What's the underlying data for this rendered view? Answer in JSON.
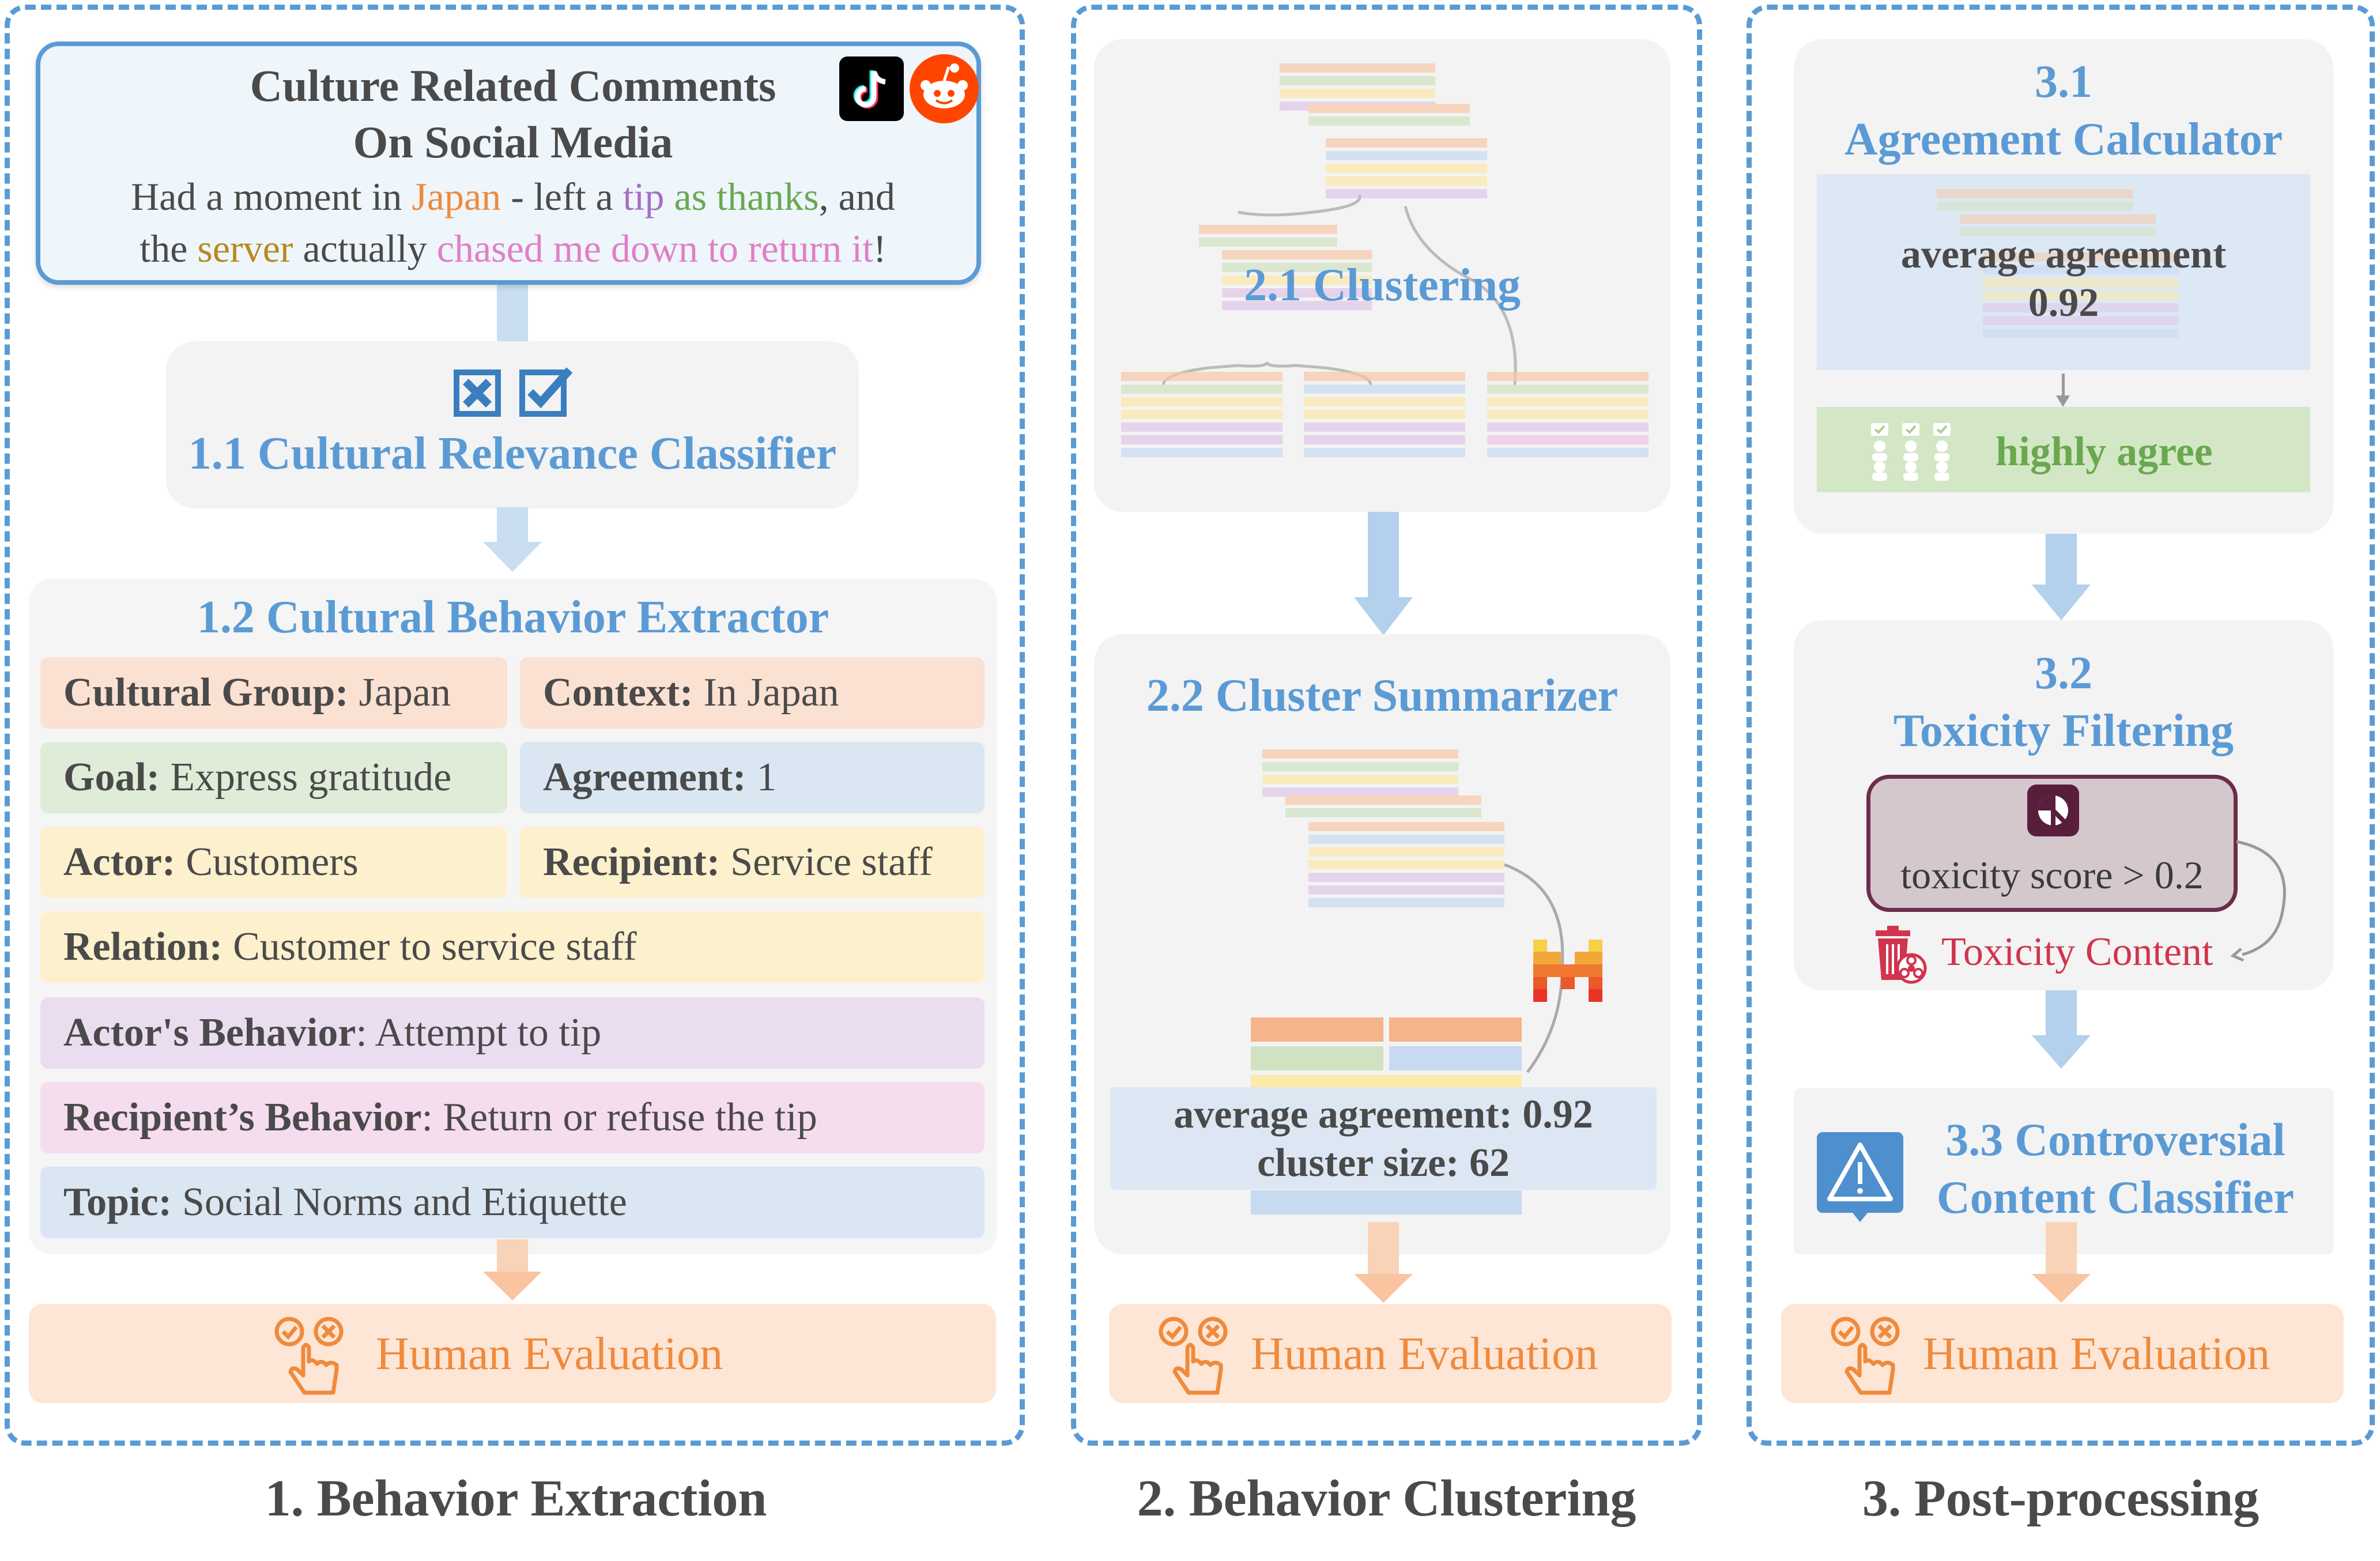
{
  "panels": {
    "p1": {
      "caption": "1. Behavior Extraction",
      "comment": {
        "title_line1": "Culture Related Comments",
        "title_line2": "On Social Media",
        "l1a": "Had a moment in ",
        "l1b": "Japan",
        "l1c": " - left a ",
        "l1d": "tip",
        "l1e": " as thanks",
        "l1f": ", and",
        "l2a": "the ",
        "l2b": "server",
        "l2c": " actually ",
        "l2d": "chased me down to return it",
        "l2e": "!"
      },
      "classifier_title": "1.1 Cultural Relevance Classifier",
      "extractor_title": "1.2 Cultural Behavior Extractor",
      "fields": {
        "group_k": "Cultural Group:",
        "group_v": "Japan",
        "context_k": "Context:",
        "context_v": "In Japan",
        "goal_k": "Goal:",
        "goal_v": "Express gratitude",
        "agreement_k": "Agreement:",
        "agreement_v": "1",
        "actor_k": "Actor:",
        "actor_v": "Customers",
        "recipient_k": "Recipient:",
        "recipient_v": "Service staff",
        "relation_k": "Relation:",
        "relation_v": "Customer to service staff",
        "actor_beh_k": "Actor's Behavior",
        "actor_beh_v": ": Attempt to tip",
        "recip_beh_k": "Recipient’s Behavior",
        "recip_beh_v": ": Return or refuse the tip",
        "topic_k": "Topic:",
        "topic_v": "Social Norms and Etiquette"
      },
      "human_eval": "Human Evaluation"
    },
    "p2": {
      "caption": "2. Behavior Clustering",
      "clustering_title": "2.1 Clustering",
      "summarizer_title": "2.2 Cluster Summarizer",
      "avg_agreement": "average agreement: 0.92",
      "cluster_size": "cluster size: 62",
      "human_eval": "Human Evaluation"
    },
    "p3": {
      "caption": "3. Post-processing",
      "agreement_title_1": "3.1",
      "agreement_title_2": "Agreement Calculator",
      "avg_label": "average agreement",
      "avg_value": "0.92",
      "highly_agree": "highly agree",
      "toxicity_title_1": "3.2",
      "toxicity_title_2": "Toxicity Filtering",
      "toxicity_score": "toxicity score > 0.2",
      "toxicity_content": "Toxicity Content",
      "controversial_1": "3.3 Controversial",
      "controversial_2": "Content Classifier",
      "human_eval": "Human Evaluation"
    }
  },
  "colors": {
    "accent_blue": "#5b9bd5",
    "orange": "#f08a3c",
    "peach": "#fbe1d2",
    "green": "#dfecd8",
    "blue_light": "#dbe6f3",
    "yellow": "#fdf0cc",
    "purple": "#ebddf0",
    "pink": "#f5dcef",
    "tox_red": "#d0344e"
  },
  "icons": [
    "tiktok-icon",
    "reddit-icon",
    "checkbox-x-icon",
    "checkbox-check-icon",
    "human-eval-hand-icon",
    "people-grid-icon",
    "trash-biohazard-icon",
    "warning-icon",
    "mistral-logo-icon",
    "toxicity-model-icon"
  ]
}
